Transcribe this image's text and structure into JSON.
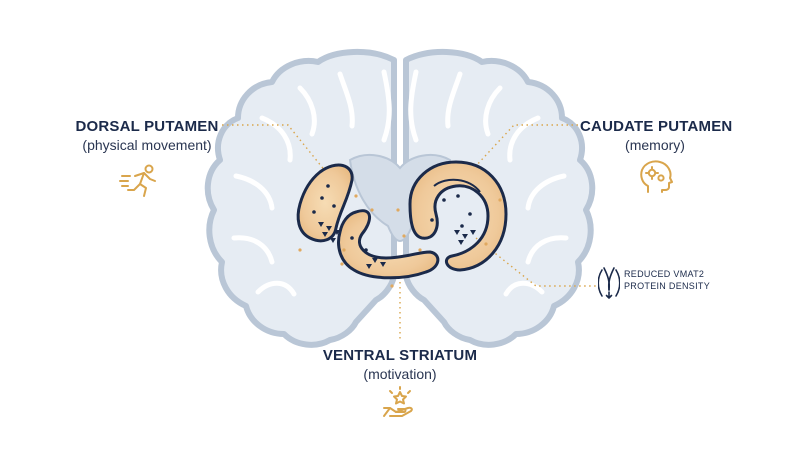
{
  "labels": {
    "dorsal": {
      "title": "DORSAL PUTAMEN",
      "subtitle": "(physical movement)"
    },
    "caudate": {
      "title": "CAUDATE PUTAMEN",
      "subtitle": "(memory)"
    },
    "ventral": {
      "title": "VENTRAL STRIATUM",
      "subtitle": "(motivation)"
    },
    "vmat2": {
      "line1": "REDUCED VMAT2",
      "line2": "PROTEIN DENSITY"
    }
  },
  "icons": {
    "dorsal": "running-person-icon",
    "caudate": "head-gears-icon",
    "ventral": "hand-star-icon",
    "vmat2": "transporter-protein-icon"
  },
  "colors": {
    "brain_fill": "#e6ecf3",
    "brain_outline": "#b9c6d6",
    "accent": "#d9a54c",
    "region_fill": "#f0cfa0",
    "navy": "#1b2a4a"
  }
}
